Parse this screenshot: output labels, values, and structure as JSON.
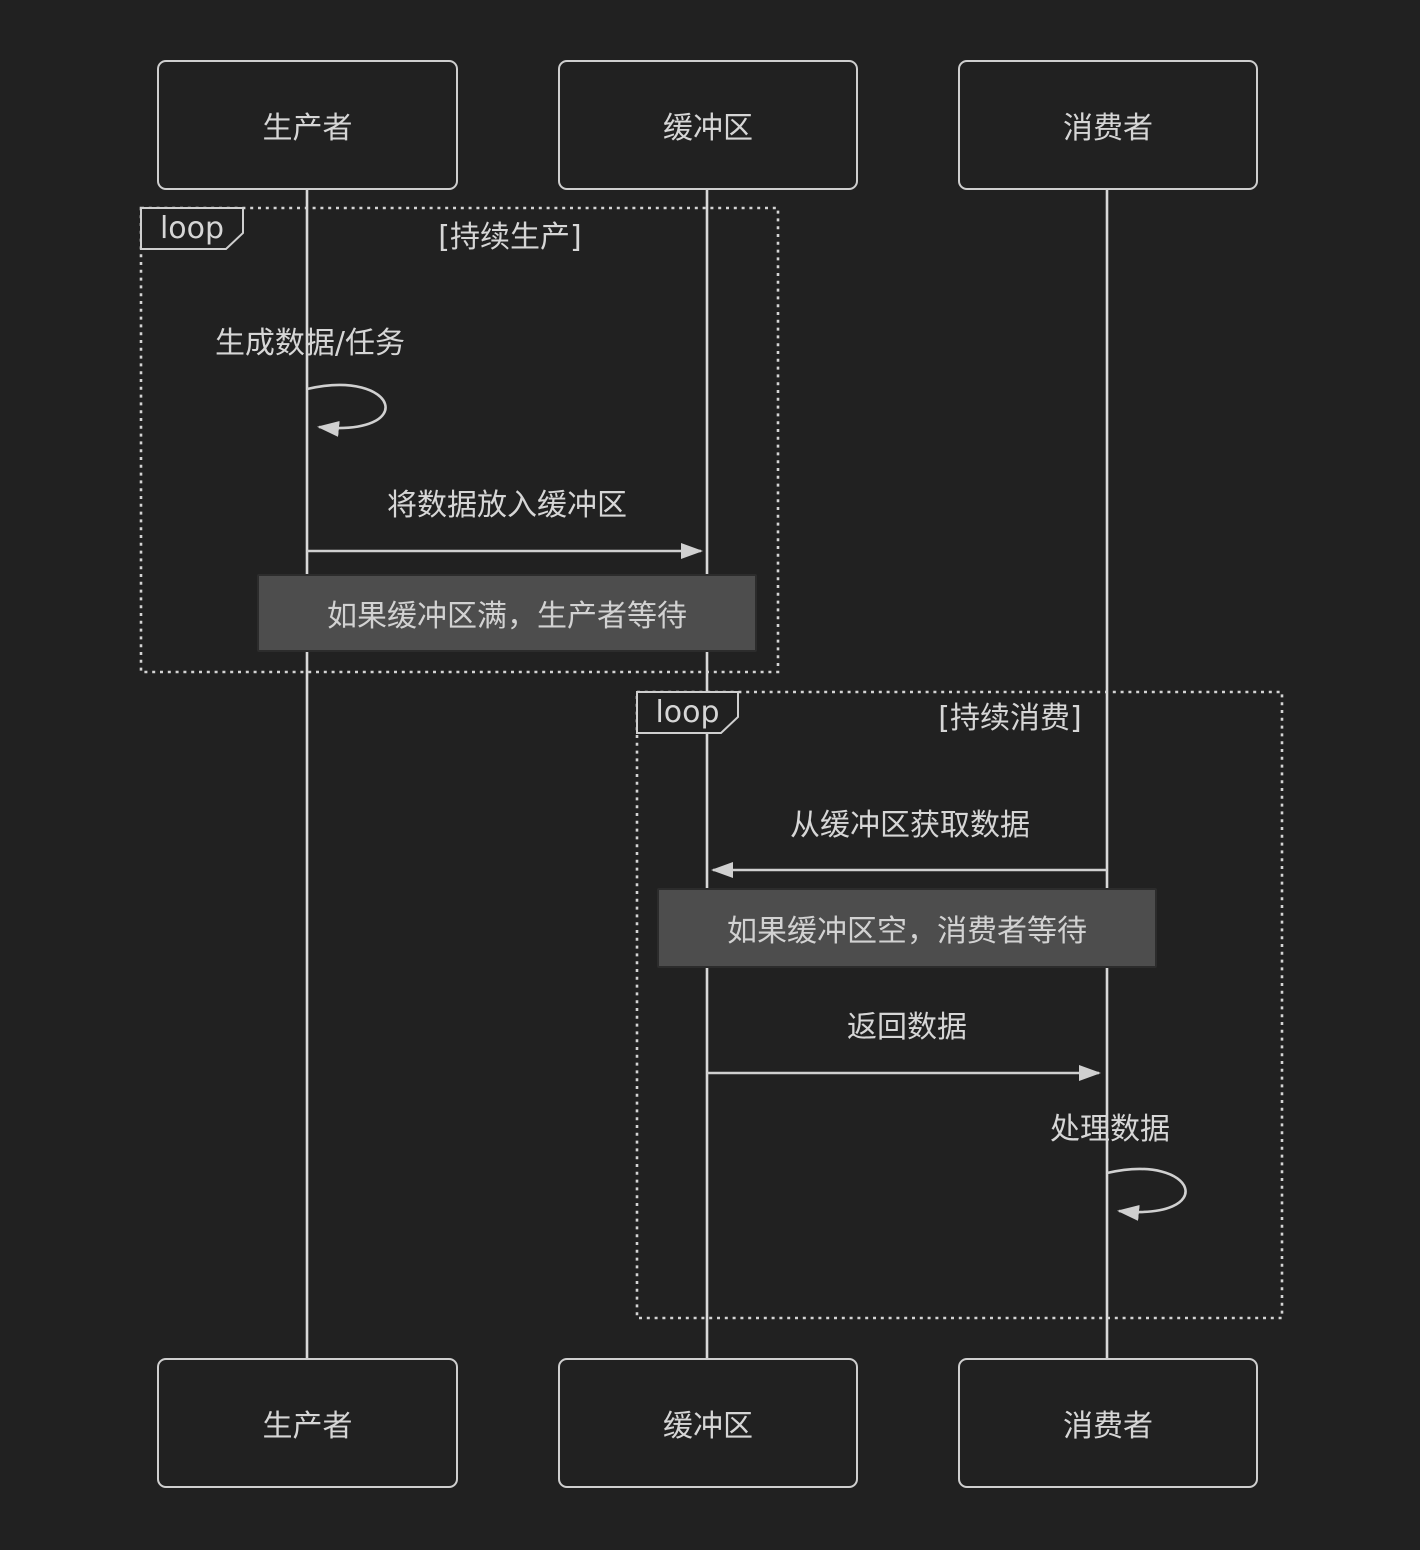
{
  "diagram_type": "sequence-diagram",
  "actors": {
    "producer": "生产者",
    "buffer": "缓冲区",
    "consumer": "消费者"
  },
  "loops": {
    "production": {
      "label": "loop",
      "condition": "[持续生产]"
    },
    "consumption": {
      "label": "loop",
      "condition": "[持续消费]"
    }
  },
  "messages": {
    "generate": "生成数据/任务",
    "put": "将数据放入缓冲区",
    "get": "从缓冲区获取数据",
    "return": "返回数据",
    "process": "处理数据"
  },
  "notes": {
    "producer_wait": "如果缓冲区满，生产者等待",
    "consumer_wait": "如果缓冲区空，消费者等待"
  },
  "colors": {
    "background": "#212121",
    "stroke": "#cccccc",
    "lifeline": "#d9d9d9",
    "text": "#d6d6d6",
    "note_fill": "#4d4d4d",
    "note_border": "#2c2c2c"
  }
}
